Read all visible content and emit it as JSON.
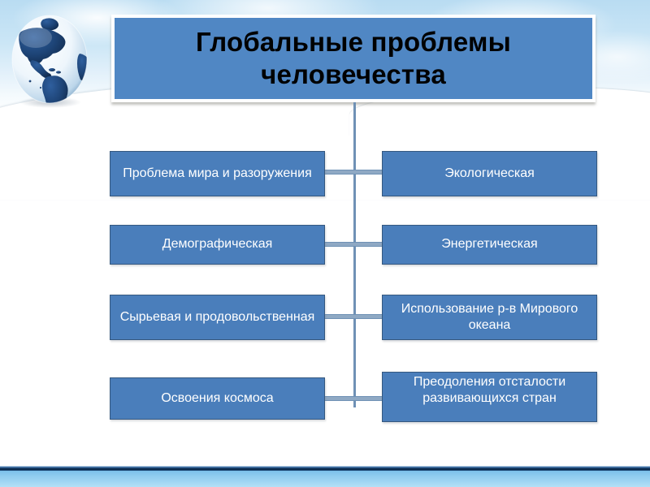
{
  "slide": {
    "title": "Глобальные проблемы человечества",
    "title_line_1": "Глобальные проблемы",
    "title_line_2": "человечества",
    "globe_icon": "globe-icon",
    "colors": {
      "node_fill": "#4a7ebb",
      "node_border": "#35587f",
      "title_fill": "#5087c4",
      "title_border": "#ffffff",
      "connector": "#8fa9c4",
      "title_text": "#000000",
      "node_text": "#ffffff",
      "sky_top": "#b9dcf2",
      "footer_dark": "#0d2f56",
      "footer_light": "#8ecbee"
    }
  },
  "diagram": {
    "left_column": [
      {
        "id": "peace-disarmament",
        "label": "Проблема мира и разоружения"
      },
      {
        "id": "demographic",
        "label": "Демографическая"
      },
      {
        "id": "raw-materials-food",
        "label": "Сырьевая и продовольственная"
      },
      {
        "id": "space-exploration",
        "label": "Освоения космоса"
      }
    ],
    "right_column": [
      {
        "id": "ecological",
        "label": "Экологическая"
      },
      {
        "id": "energy",
        "label": "Энергетическая"
      },
      {
        "id": "ocean-resources",
        "label": "Использование р-в Мирового океана"
      },
      {
        "id": "underdevelopment",
        "label": "Преодоления отсталости развивающихся стран"
      }
    ]
  }
}
